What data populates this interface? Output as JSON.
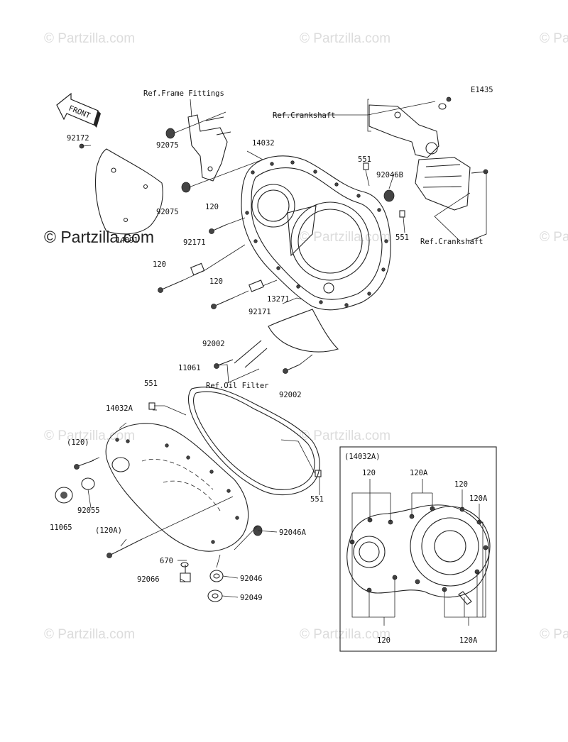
{
  "figure_id": "E1435",
  "watermark": "© Partzilla.com",
  "front_label": "FRONT",
  "part_labels": [
    {
      "id": "ref-frame-fittings",
      "text": "Ref.Frame Fittings"
    },
    {
      "id": "ref-crankshaft-top",
      "text": "Ref.Crankshaft"
    },
    {
      "id": "ref-crankshaft-right",
      "text": "Ref.Crankshaft"
    },
    {
      "id": "ref-oil-filter",
      "text": "Ref.Oil Filter"
    },
    {
      "id": "p92172",
      "text": "92172"
    },
    {
      "id": "p92075a",
      "text": "92075"
    },
    {
      "id": "p92075b",
      "text": "92075"
    },
    {
      "id": "p14032",
      "text": "14032"
    },
    {
      "id": "p551a",
      "text": "551"
    },
    {
      "id": "p92046b",
      "text": "92046B"
    },
    {
      "id": "p551b",
      "text": "551"
    },
    {
      "id": "p120a",
      "text": "120"
    },
    {
      "id": "p92171a",
      "text": "92171"
    },
    {
      "id": "p14091",
      "text": "14091"
    },
    {
      "id": "p120b",
      "text": "120"
    },
    {
      "id": "p120c",
      "text": "120"
    },
    {
      "id": "p92171b",
      "text": "92171"
    },
    {
      "id": "p13271",
      "text": "13271"
    },
    {
      "id": "p92002a",
      "text": "92002"
    },
    {
      "id": "p11061",
      "text": "11061"
    },
    {
      "id": "p92002b",
      "text": "92002"
    },
    {
      "id": "p551c",
      "text": "551"
    },
    {
      "id": "p14032a",
      "text": "14032A"
    },
    {
      "id": "p120paren",
      "text": "(120)"
    },
    {
      "id": "p92055",
      "text": "92055"
    },
    {
      "id": "p11065",
      "text": "11065"
    },
    {
      "id": "p120aparen",
      "text": "(120A)"
    },
    {
      "id": "p551d",
      "text": "551"
    },
    {
      "id": "p92046a",
      "text": "92046A"
    },
    {
      "id": "p670",
      "text": "670"
    },
    {
      "id": "p92066",
      "text": "92066"
    },
    {
      "id": "p92046",
      "text": "92046"
    },
    {
      "id": "p92049",
      "text": "92049"
    }
  ],
  "inset": {
    "title": "(14032A)",
    "top_labels": [
      "120",
      "120A",
      "120",
      "120A"
    ],
    "bottom_labels": [
      "120",
      "120A"
    ]
  }
}
